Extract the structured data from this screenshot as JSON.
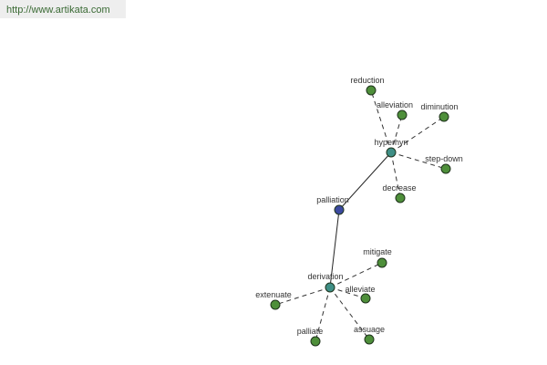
{
  "url_text": "http://www.artikata.com",
  "colors": {
    "root": "#3c4aa0",
    "hub": "#3f8f86",
    "leaf": "#4e8f3a",
    "url_text": "#3a6a34"
  },
  "graph": {
    "nodes": [
      {
        "id": "palliation",
        "label": "palliation",
        "kind": "root"
      },
      {
        "id": "hyperhyn",
        "label": "hyperhyn",
        "kind": "hub"
      },
      {
        "id": "derivation",
        "label": "derivation",
        "kind": "hub"
      },
      {
        "id": "reduction",
        "label": "reduction",
        "kind": "leaf"
      },
      {
        "id": "alleviation",
        "label": "alleviation",
        "kind": "leaf"
      },
      {
        "id": "diminution",
        "label": "diminution",
        "kind": "leaf"
      },
      {
        "id": "step-down",
        "label": "step-down",
        "kind": "leaf"
      },
      {
        "id": "decrease",
        "label": "decrease",
        "kind": "leaf"
      },
      {
        "id": "mitigate",
        "label": "mitigate",
        "kind": "leaf"
      },
      {
        "id": "alleviate",
        "label": "alleviate",
        "kind": "leaf"
      },
      {
        "id": "extenuate",
        "label": "extenuate",
        "kind": "leaf"
      },
      {
        "id": "palliate",
        "label": "palliate",
        "kind": "leaf"
      },
      {
        "id": "assuage",
        "label": "assuage",
        "kind": "leaf"
      }
    ],
    "edges": [
      {
        "from": "palliation",
        "to": "hyperhyn",
        "style": "solid"
      },
      {
        "from": "palliation",
        "to": "derivation",
        "style": "solid"
      },
      {
        "from": "hyperhyn",
        "to": "reduction",
        "style": "dashed"
      },
      {
        "from": "hyperhyn",
        "to": "alleviation",
        "style": "dashed"
      },
      {
        "from": "hyperhyn",
        "to": "diminution",
        "style": "dashed"
      },
      {
        "from": "hyperhyn",
        "to": "step-down",
        "style": "dashed"
      },
      {
        "from": "hyperhyn",
        "to": "decrease",
        "style": "dashed"
      },
      {
        "from": "derivation",
        "to": "mitigate",
        "style": "dashed"
      },
      {
        "from": "derivation",
        "to": "alleviate",
        "style": "dashed"
      },
      {
        "from": "derivation",
        "to": "extenuate",
        "style": "dashed"
      },
      {
        "from": "derivation",
        "to": "palliate",
        "style": "dashed"
      },
      {
        "from": "derivation",
        "to": "assuage",
        "style": "dashed"
      }
    ]
  }
}
